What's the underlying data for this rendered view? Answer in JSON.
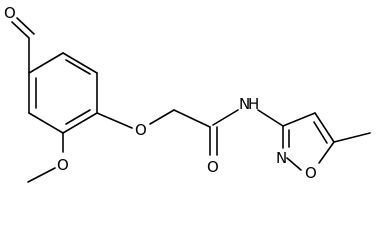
{
  "molecule": {
    "atoms": {
      "aldehyde_o": "O",
      "ether_o": "O",
      "methoxy_o": "O",
      "carbonyl_o": "O",
      "amide_n": "N",
      "amide_h": "H",
      "ring_n": "N",
      "ring_o": "O"
    }
  }
}
